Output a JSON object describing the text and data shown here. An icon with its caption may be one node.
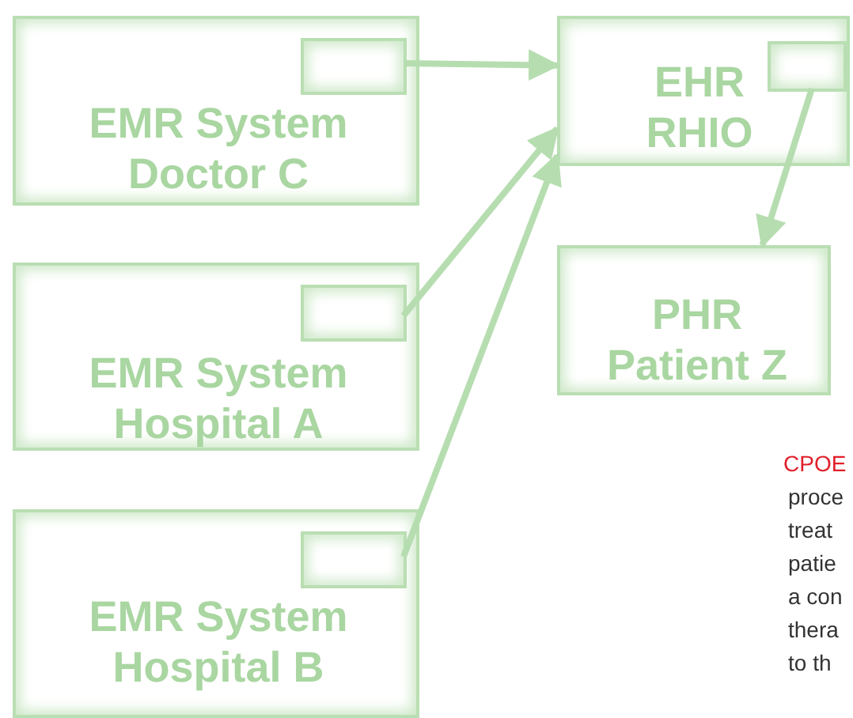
{
  "diagram": {
    "nodes": [
      {
        "text": [
          "EMR System Doctor C"
        ]
      },
      {
        "text": [],
        "shape": "box",
        "in": 0
      },
      {
        "text": [
          "EHR RHIO"
        ]
      },
      {
        "text": [],
        "shape": "box",
        "in": 2
      },
      {
        "text": [
          "EMR System Hospital A"
        ]
      },
      {
        "text": [],
        "shape": "box",
        "in": 4
      },
      {
        "text": [
          "PHR Patient Z"
        ]
      },
      {
        "text": [
          "EMR System Hospital B"
        ]
      },
      {
        "text": [],
        "shape": "box",
        "in": 7
      }
    ],
    "edges": [
      {
        "from": 1,
        "to": 2,
        "arrow": "to"
      },
      {
        "from": 5,
        "to": 2,
        "arrow": "to"
      },
      {
        "from": 8,
        "to": 2,
        "arrow": "to"
      },
      {
        "from": 3,
        "to": 6,
        "arrow": "to"
      }
    ],
    "labels": [
      "CPOE",
      "proce",
      "treat",
      "patie",
      "a con",
      "thera",
      "to th"
    ]
  }
}
